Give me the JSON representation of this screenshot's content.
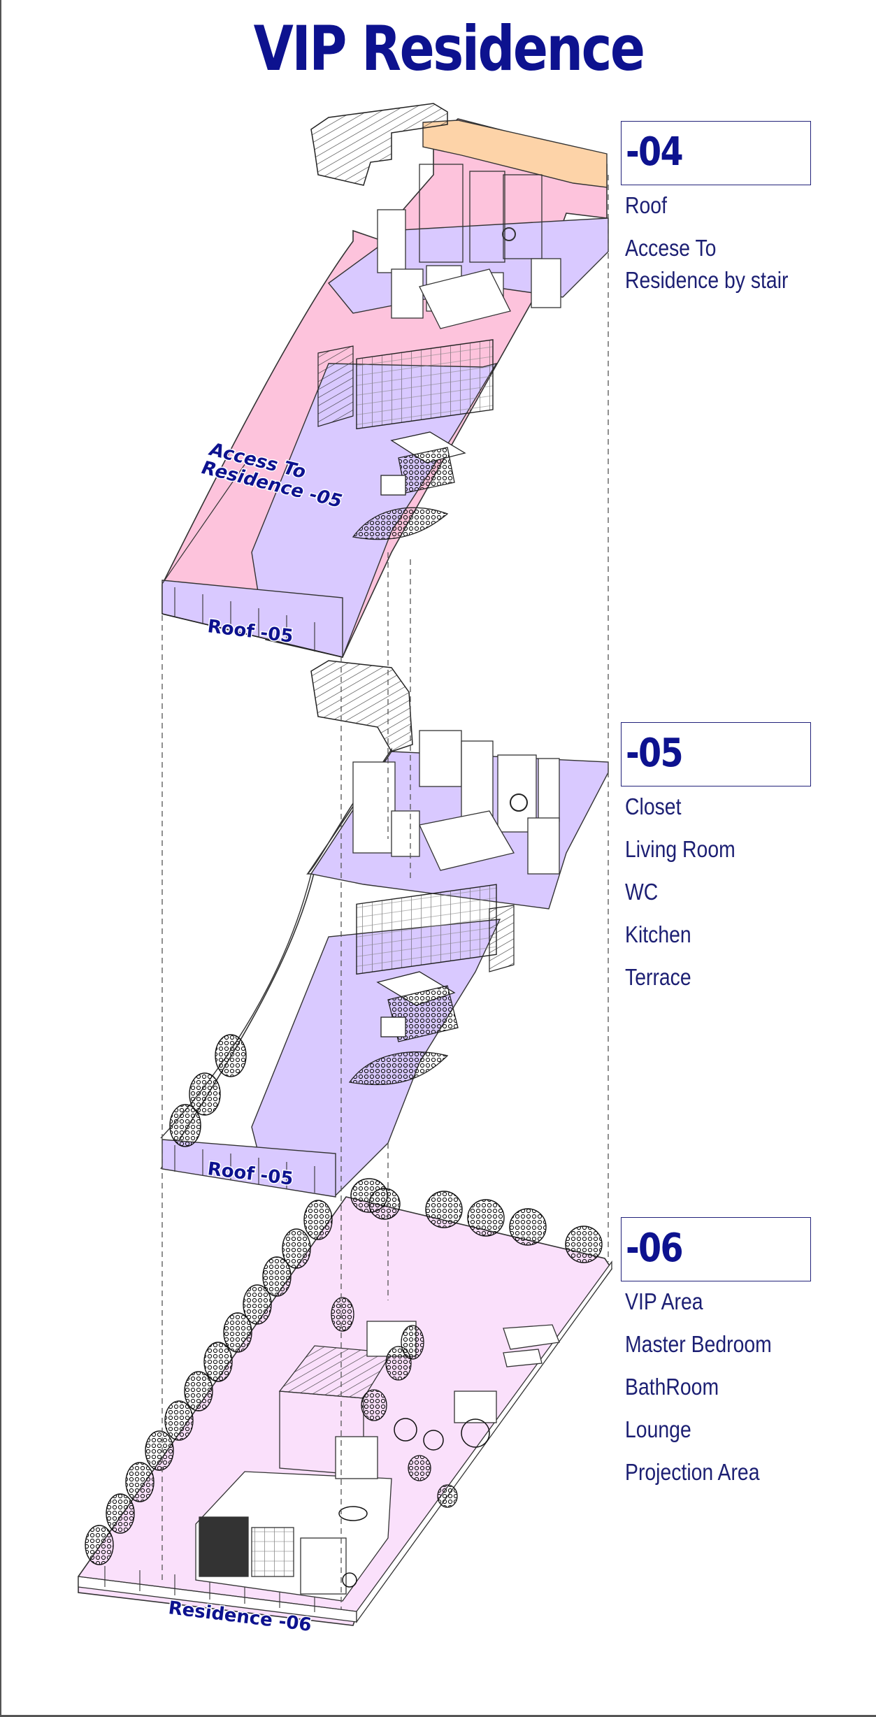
{
  "title": "VIP Residence",
  "levels": [
    {
      "code": "-04",
      "items": [
        "Roof",
        "Accese To",
        "Residence by stair"
      ]
    },
    {
      "code": "-05",
      "items": [
        "Closet",
        "Living Room",
        "WC",
        "Kitchen",
        "Terrace"
      ]
    },
    {
      "code": "-06",
      "items": [
        "VIP Area",
        "Master Bedroom",
        "BathRoom",
        "Lounge",
        "Projection Area"
      ]
    }
  ],
  "drawing_labels": {
    "access_line1": "Access To",
    "access_line2": "Residence -05",
    "roof_upper": "Roof -05",
    "roof_middle": "Roof -05",
    "residence_bottom": "Residence -06"
  },
  "colors": {
    "title": "#0d128f",
    "text": "#1c1f73",
    "floor_lavender": "#d9c9ff",
    "floor_pink": "#fdc3dc",
    "floor_light": "#fae0fb",
    "roof_orange": "#fdd3a8"
  }
}
